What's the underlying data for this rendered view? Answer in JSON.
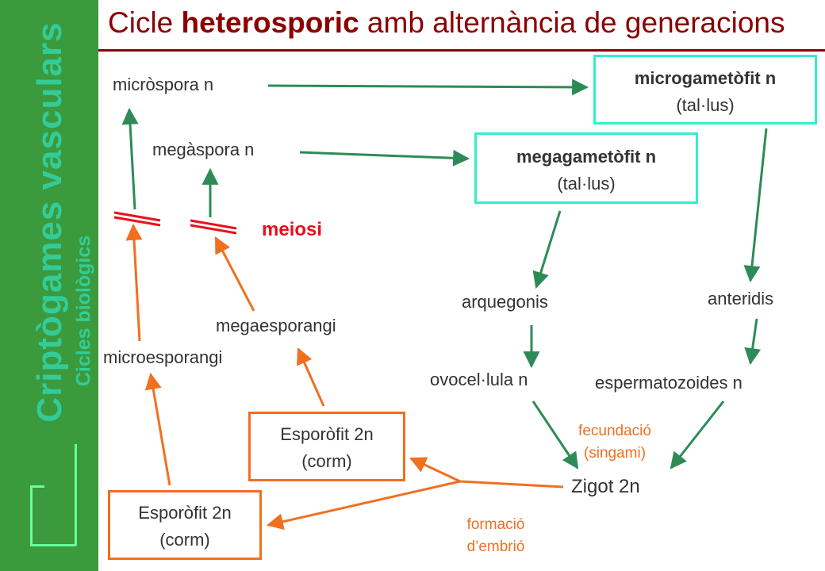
{
  "sidebar": {
    "title": "Criptògames vasculars",
    "subtitle": "Cicles biològics"
  },
  "title": {
    "prefix": "Cicle ",
    "bold": "heterosporic",
    "suffix": " amb alternància de generacions"
  },
  "nodes": {
    "microspora": "micròspora n",
    "megaspora": "megàspora n",
    "microgametofit_title": "microgametòfit n",
    "microgametofit_sub": "(tal·lus)",
    "megagametofit_title": "megagametòfit n",
    "megagametofit_sub": "(tal·lus)",
    "meiosi": "meiosi",
    "arquegonis": "arquegonis",
    "anteridis": "anteridis",
    "ovocellula": "ovocel·lula n",
    "espermatozoides": "espermatozoides n",
    "megaesporangi": "megaesporangi",
    "microesporangi": "microesporangi",
    "fecundacio_line1": "fecundació",
    "fecundacio_line2": "(singami)",
    "zigot": "Zigot 2n",
    "esporofit_upper_line1": "Esporòfit 2n",
    "esporofit_upper_line2": "(corm)",
    "esporofit_lower_line1": "Esporòfit 2n",
    "esporofit_lower_line2": "(corm)",
    "formacio_line1": "formació",
    "formacio_line2": "d’embrió"
  },
  "colors": {
    "green_arrow": "#2e8b57",
    "orange_arrow": "#f07020",
    "red_mark": "#e8101a",
    "cyan_box": "#33eecc",
    "title_red": "#8b0000"
  }
}
